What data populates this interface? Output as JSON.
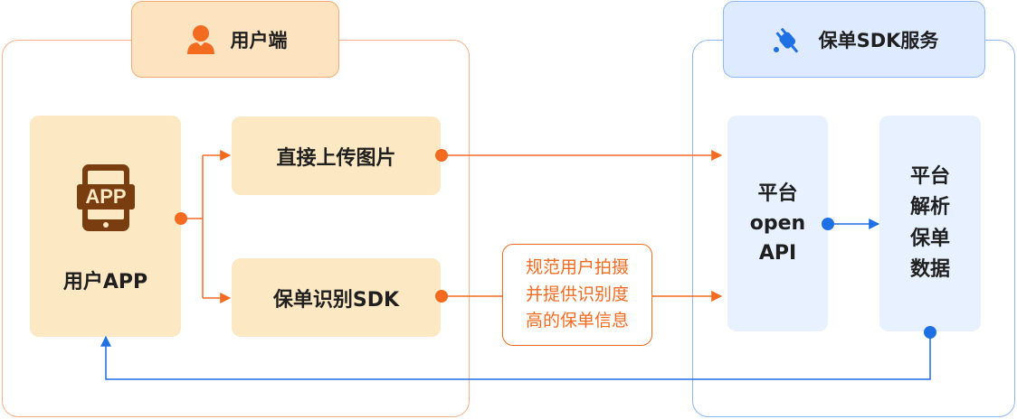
{
  "groups": {
    "client": {
      "title": "用户端",
      "icon": "user-icon"
    },
    "service": {
      "title": "保单SDK服务",
      "icon": "plug-icon"
    }
  },
  "nodes": {
    "user_app": {
      "label": "用户APP",
      "icon_text": "APP",
      "icon": "tablet-app-icon"
    },
    "upload_image": {
      "label": "直接上传图片"
    },
    "policy_sdk": {
      "label": "保单识别SDK"
    },
    "open_api": {
      "label": "平台\nopen\nAPI"
    },
    "parse_data": {
      "label": "平台\n解析\n保单\n数据"
    }
  },
  "annotations": {
    "sdk_note": "规范用户拍摄\n并提供识别度\n高的保单信息"
  },
  "colors": {
    "orange_line": "#f26b21",
    "blue_line": "#1f6fe5",
    "client_fill": "#fde8c4",
    "service_fill": "#e7f1ff"
  }
}
